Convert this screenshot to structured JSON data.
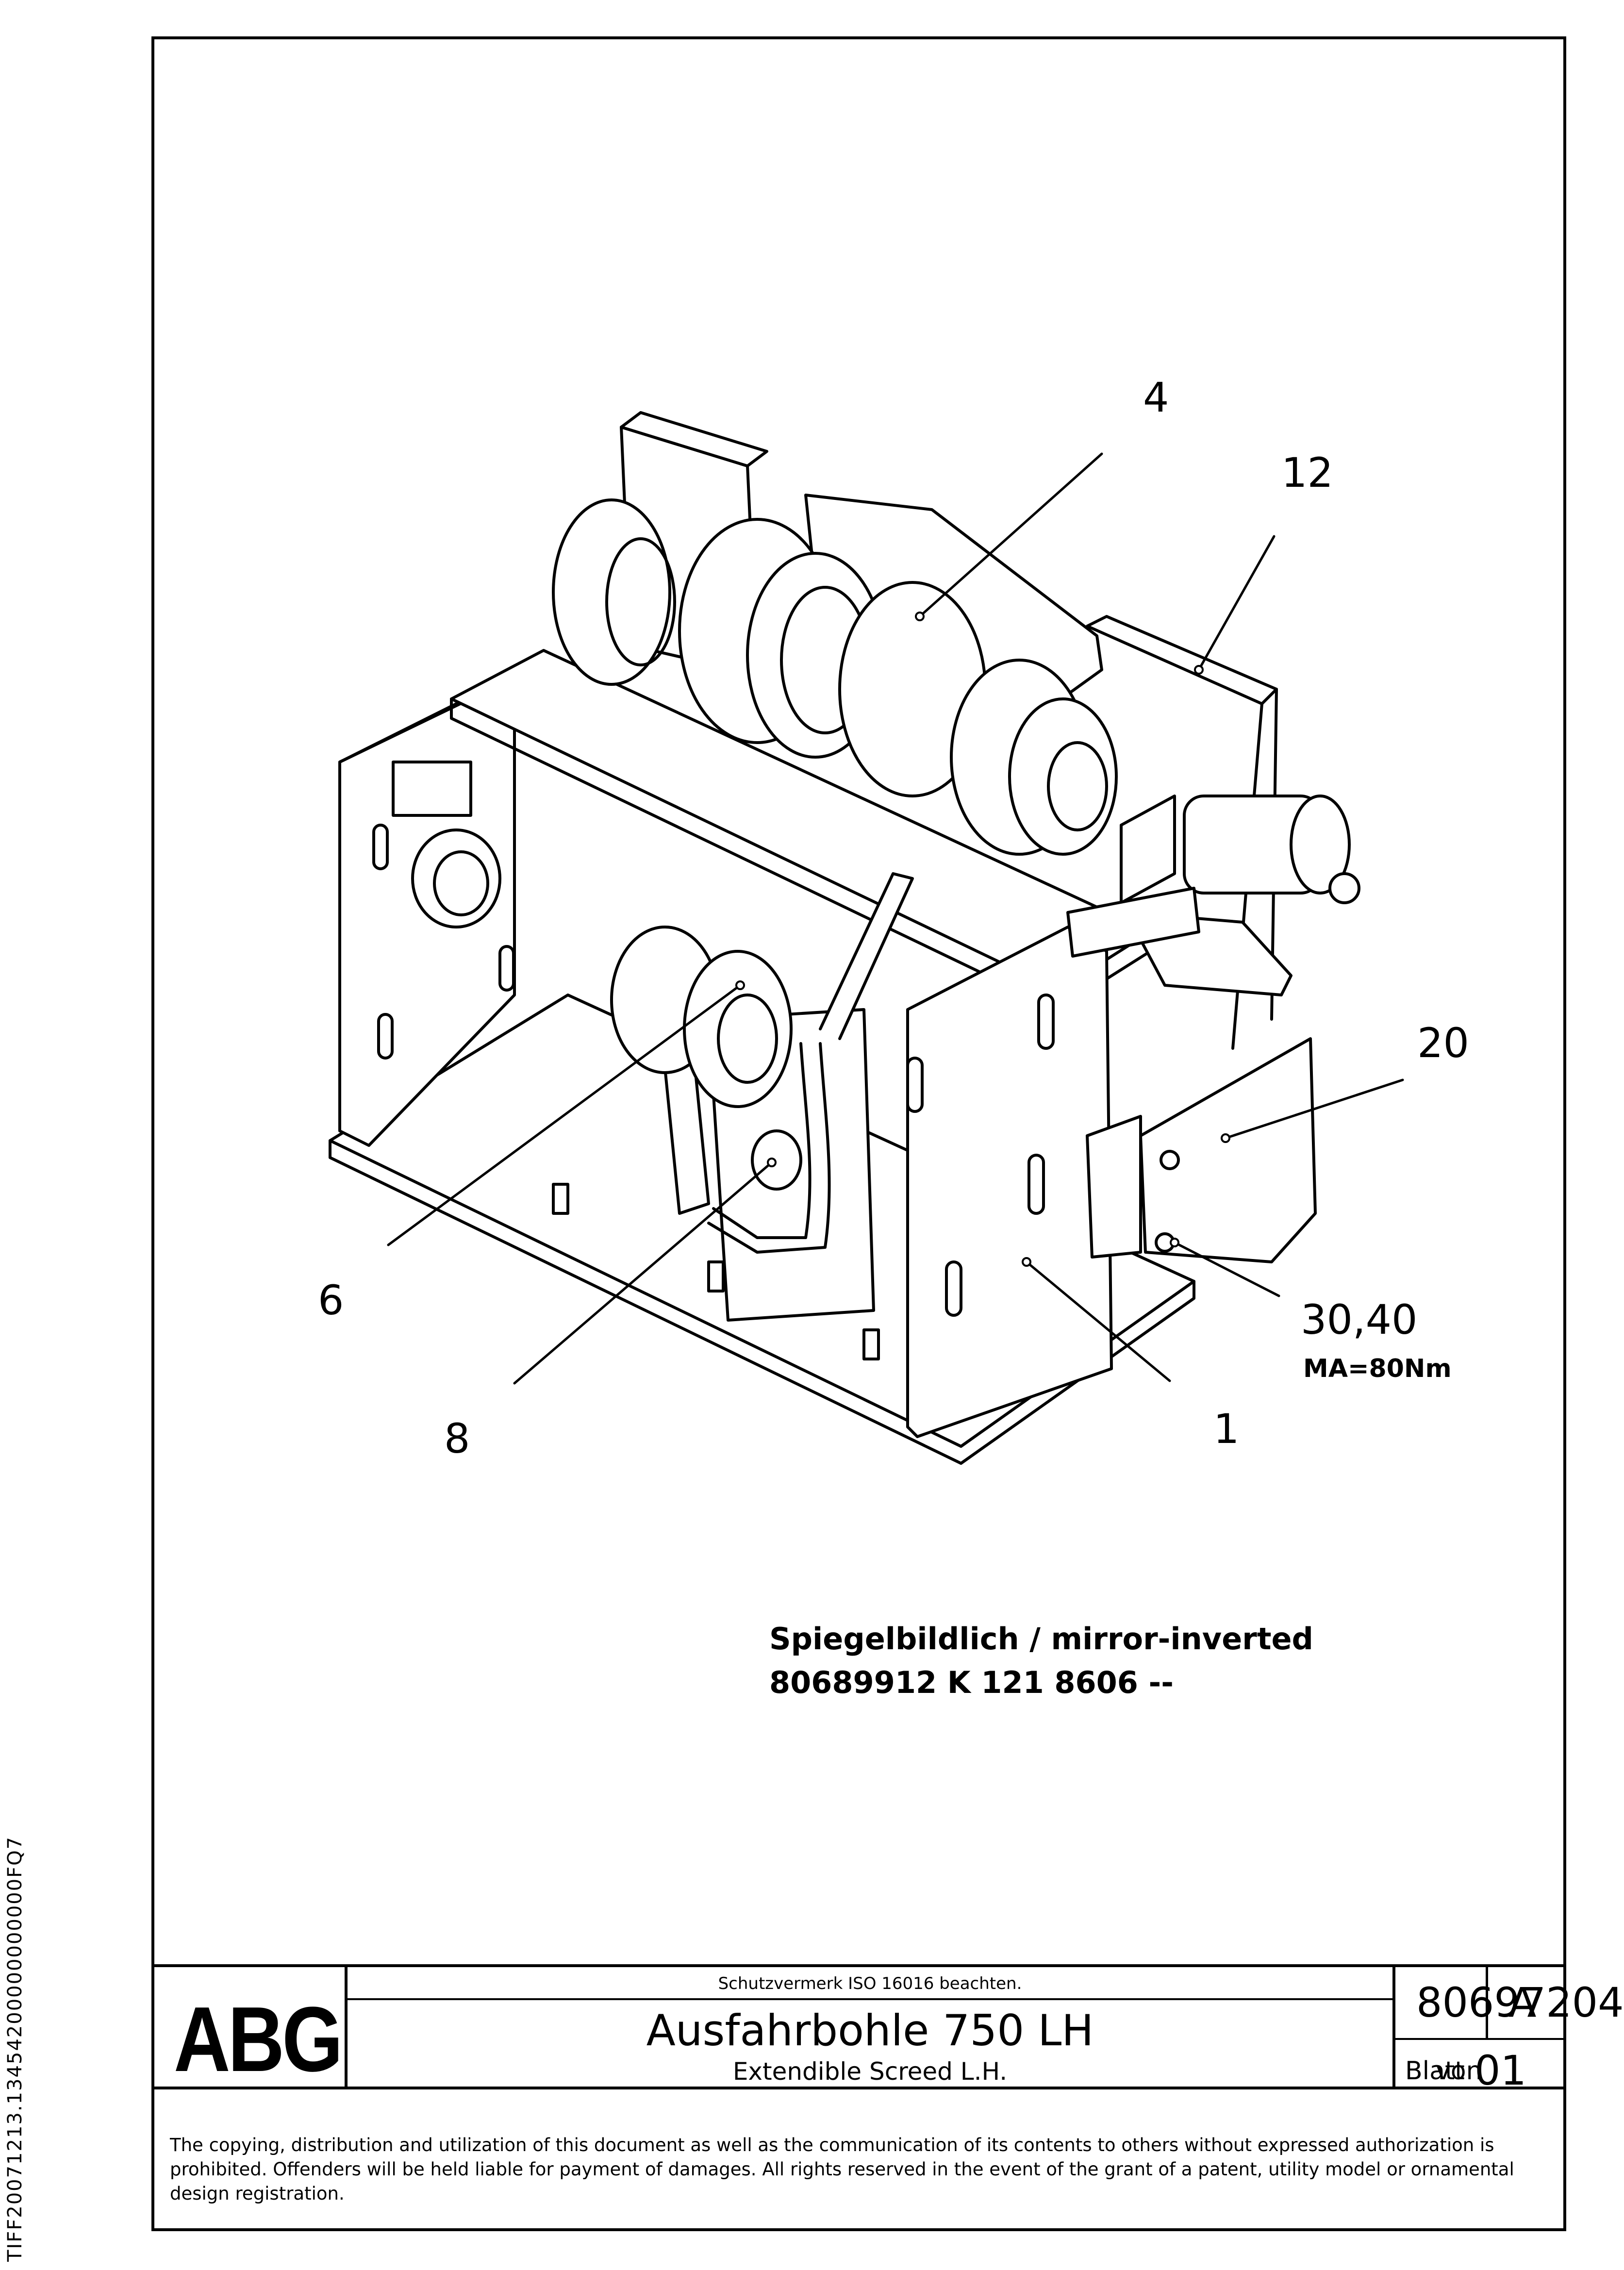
{
  "side_code": "TIFF20071213.13454200000000000FQ7",
  "callouts": {
    "c4": "4",
    "c12": "12",
    "c20": "20",
    "c6": "6",
    "c30_40": "30,40",
    "torque": "MA=80Nm",
    "c8": "8",
    "c1": "1"
  },
  "note": {
    "line1": "Spiegelbildlich / mirror-inverted",
    "line2": "80689912 K 121 8606 --"
  },
  "title_block": {
    "logo": "ABG",
    "protection_notice": "Schutzvermerk ISO 16016 beachten.",
    "title_de": "Ausfahrbohle 750 LH",
    "title_en": "Extendible Screed L.H.",
    "drawing_number": "80697204",
    "revision": "A",
    "sheet_label": "Blatt",
    "sheet_number": "01",
    "of_label": "von",
    "sheet_total": "01"
  },
  "footer_notice": "The copying, distribution and utilization of this document as well as the communication of its contents to others without expressed authorization is prohibited. Offenders will be held liable for payment of damages. All rights reserved in the event of the grant of a patent, utility model or ornamental design registration."
}
